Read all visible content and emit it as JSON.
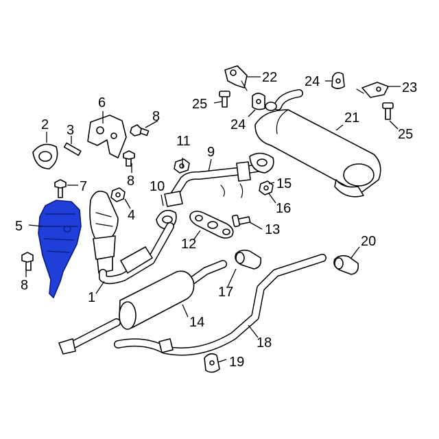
{
  "highlight_color": "#1f3fd8",
  "callouts": {
    "c1": "1",
    "c2": "2",
    "c3": "3",
    "c4": "4",
    "c5": "5",
    "c6": "6",
    "c7": "7",
    "c8a": "8",
    "c8b": "8",
    "c8c": "8",
    "c9": "9",
    "c10": "10",
    "c11": "11",
    "c12": "12",
    "c13": "13",
    "c14": "14",
    "c15": "15",
    "c16": "16",
    "c17": "17",
    "c18": "18",
    "c19": "19",
    "c20": "20",
    "c21": "21",
    "c22": "22",
    "c23": "23",
    "c24a": "24",
    "c24b": "24",
    "c25a": "25",
    "c25b": "25"
  }
}
